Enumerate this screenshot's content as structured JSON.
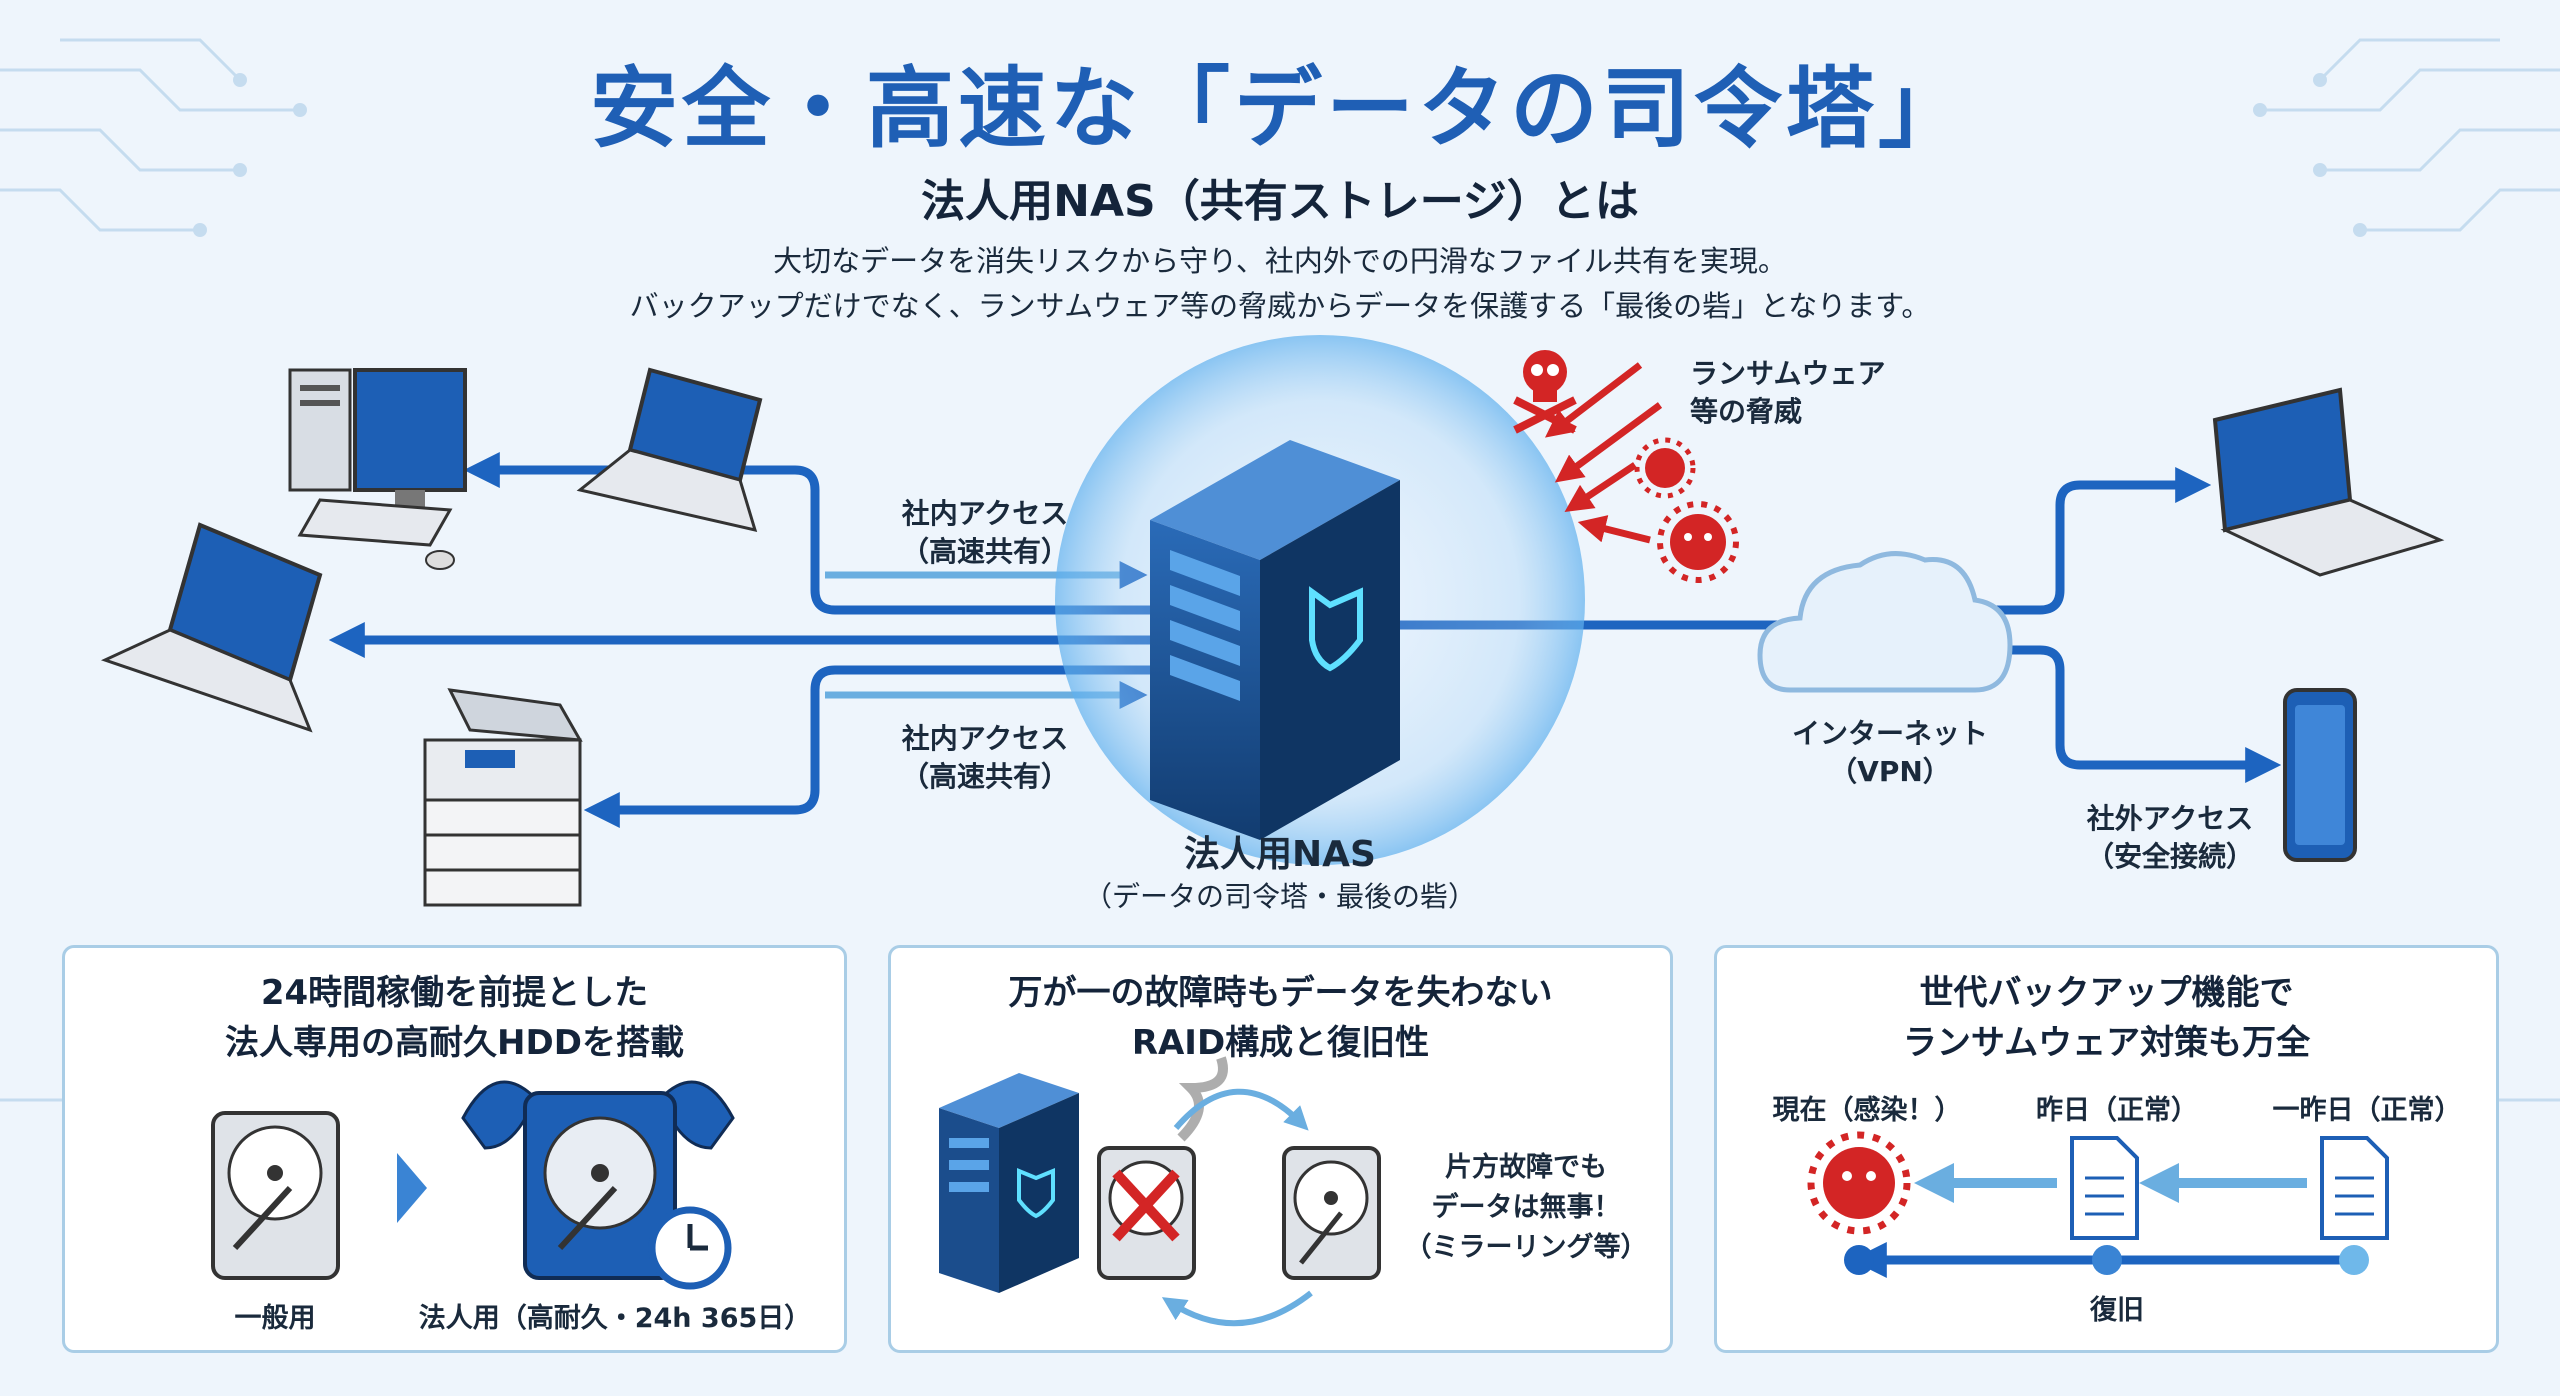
{
  "header": {
    "title": "安全・高速な「データの司令塔」",
    "subtitle": "法人用NAS（共有ストレージ）とは",
    "desc_line1": "大切なデータを消失リスクから守り、社内外での円滑なファイル共有を実現。",
    "desc_line2": "バックアップだけでなく、ランサムウェア等の脅威からデータを保護する「最後の砦」となります。"
  },
  "diagram": {
    "internal_access_top": {
      "line1": "社内アクセス",
      "line2": "（高速共有）"
    },
    "internal_access_bottom": {
      "line1": "社内アクセス",
      "line2": "（高速共有）"
    },
    "nas": {
      "line1": "法人用NAS",
      "line2": "（データの司令塔・最後の砦）"
    },
    "threat": {
      "line1": "ランサムウェア",
      "line2": "等の脅威"
    },
    "internet": {
      "line1": "インターネット",
      "line2": "（VPN）"
    },
    "external_access": {
      "line1": "社外アクセス",
      "line2": "（安全接続）"
    }
  },
  "panels": [
    {
      "title_line1": "24時間稼働を前提とした",
      "title_line2": "法人専用の高耐久HDDを搭載",
      "label_general": "一般用",
      "label_business": "法人用（高耐久・24h 365日）"
    },
    {
      "title_line1": "万が一の故障時もデータを失わない",
      "title_line2": "RAID構成と復旧性",
      "note_line1": "片方故障でも",
      "note_line2": "データは無事！",
      "note_line3": "（ミラーリング等）"
    },
    {
      "title_line1": "世代バックアップ機能で",
      "title_line2": "ランサムウェア対策も万全",
      "label_now": "現在（感染！）",
      "label_yesterday": "昨日（正常）",
      "label_daybefore": "一昨日（正常）",
      "label_restore": "復旧"
    }
  ],
  "colors": {
    "primary": "#1f5fb5",
    "arrow": "#1d64c0",
    "threat": "#d32525",
    "server": "#1b4d8c",
    "panel_border": "#a9cde6"
  }
}
